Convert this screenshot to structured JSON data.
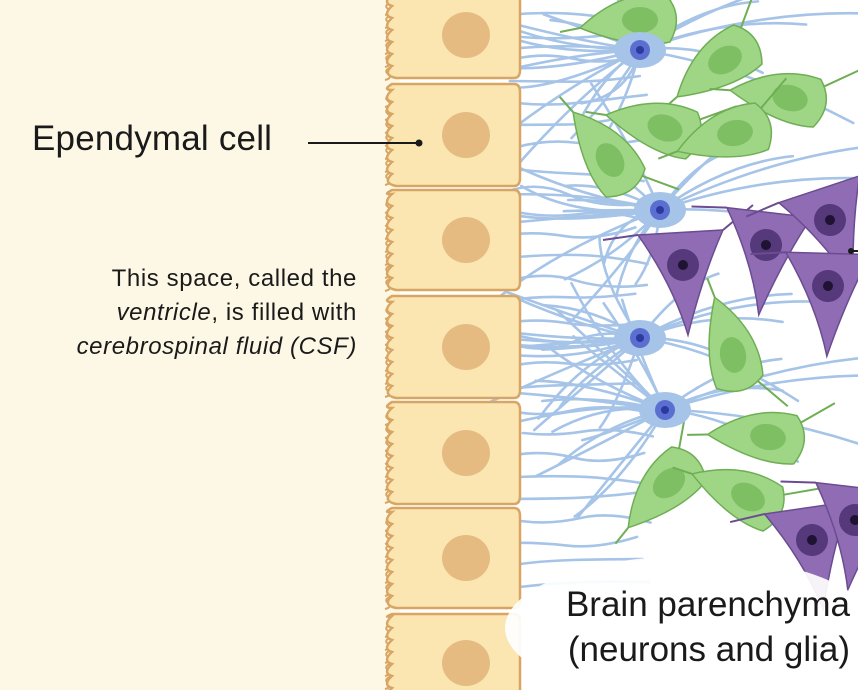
{
  "colors": {
    "ventricle_bg": "#fdf8e6",
    "ependymal_fill": "#fbe6b1",
    "ependymal_outline": "#d8a664",
    "nucleus": "#e5bb82",
    "astrocyte": "#a6c4e8",
    "astrocyte_nucleus": "#5a6fd0",
    "glia_green": "#9ed685",
    "neuron_purple": "#8f6cb4"
  },
  "labels": {
    "ependymal_cell": "Ependymal cell",
    "ventricle_line1": "This space, called the",
    "ventricle_term": "ventricle",
    "ventricle_line2_rest": ", is filled with",
    "csf_term": "cerebrospinal fluid (CSF)",
    "parenchyma_line1": "Brain parenchyma",
    "parenchyma_line2": "(neurons and glia)"
  }
}
